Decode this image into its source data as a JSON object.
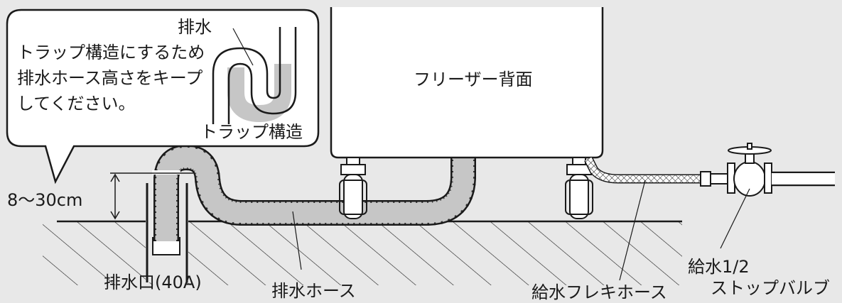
{
  "labels": {
    "callout_line1": "トラップ構造にするため",
    "callout_line2": "排水ホース高さをキープ",
    "callout_line3": "してください。",
    "callout_drain": "排水",
    "callout_trap": "トラップ構造",
    "freezer_back": "フリーザー背面",
    "height_range": "8〜30cm",
    "drain_outlet": "排水口(40A)",
    "drain_hose": "排水ホース",
    "supply_flex_hose": "給水フレキホース",
    "valve_line1": "給水1/2",
    "valve_line2": "ストップバルブ"
  },
  "colors": {
    "background": "#e8e8e8",
    "line": "#1a1a1a",
    "hose_fill": "#c6c6c6",
    "panel": "#ffffff"
  },
  "icons": {
    "valve": "stop-valve-icon",
    "caster": "caster-wheel-icon"
  }
}
